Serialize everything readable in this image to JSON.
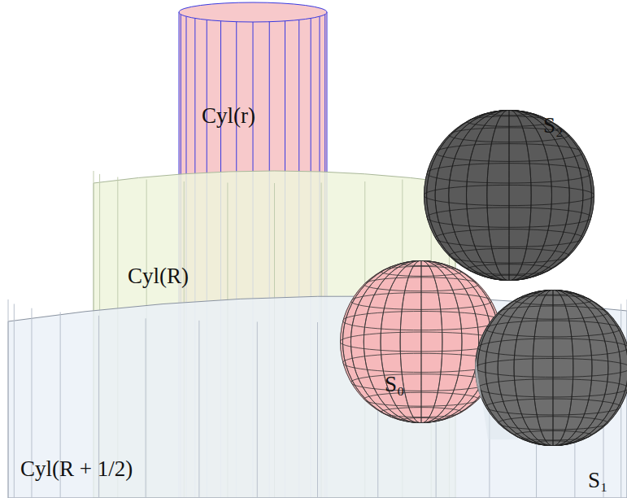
{
  "diagram": {
    "labels": [
      "Cyl(r)",
      "Cyl(R)",
      "Cyl(R + 1/2)",
      "S₂",
      "S₀",
      "S₁"
    ]
  }
}
